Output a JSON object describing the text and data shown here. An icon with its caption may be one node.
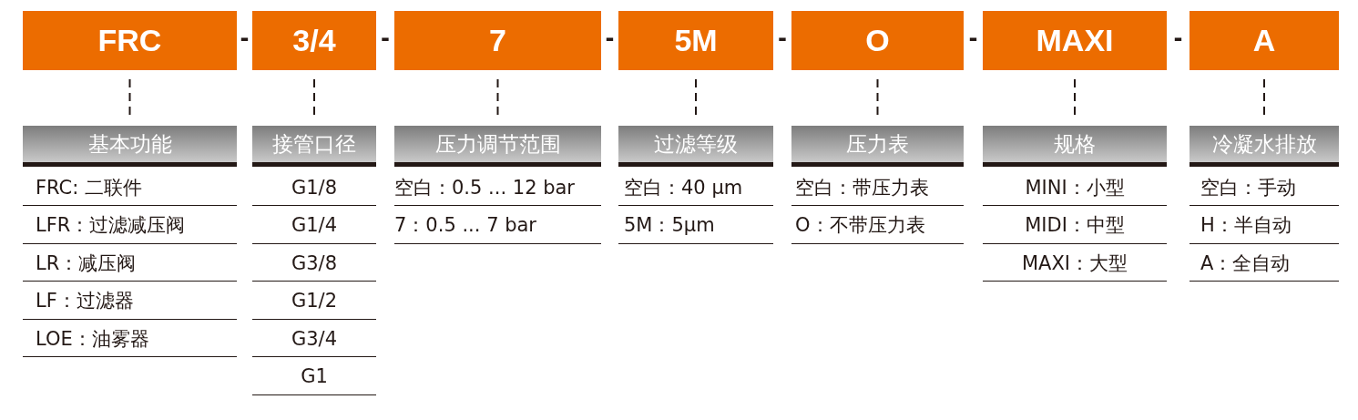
{
  "diagram": {
    "nodes": [
      {
        "text": [
          "FRC"
        ]
      },
      {
        "text": [
          "3/4"
        ]
      },
      {
        "text": [
          "7"
        ]
      },
      {
        "text": [
          "5M"
        ]
      },
      {
        "text": [
          "O"
        ]
      },
      {
        "text": [
          "MAXI"
        ]
      },
      {
        "text": [
          "A"
        ]
      },
      {
        "text": [
          "基本功能"
        ]
      },
      {
        "text": [
          "接管口径"
        ]
      },
      {
        "text": [
          "压力调节范围"
        ]
      },
      {
        "text": [
          "过滤等级"
        ]
      },
      {
        "text": [
          "压力表"
        ]
      },
      {
        "text": [
          "规格"
        ]
      },
      {
        "text": [
          "冷凝水排放"
        ]
      }
    ],
    "edges": [
      {
        "from": 0,
        "to": 7,
        "arrow": "none",
        "style": "dashed"
      },
      {
        "from": 1,
        "to": 8,
        "arrow": "none",
        "style": "dashed"
      },
      {
        "from": 2,
        "to": 9,
        "arrow": "none",
        "style": "dashed"
      },
      {
        "from": 3,
        "to": 10,
        "arrow": "none",
        "style": "dashed"
      },
      {
        "from": 4,
        "to": 11,
        "arrow": "none",
        "style": "dashed"
      },
      {
        "from": 5,
        "to": 12,
        "arrow": "none",
        "style": "dashed"
      },
      {
        "from": 6,
        "to": 13,
        "arrow": "none",
        "style": "dashed"
      }
    ],
    "labels": [
      "-",
      "-",
      "-",
      "-",
      "-",
      "-",
      "FRC: 二联件",
      "G1/8",
      "空白：0.5 ... 12 bar",
      "空白：40 µm",
      "空白：带压力表",
      "MINI：小型",
      "空白：手动",
      "LFR：过滤减压阀",
      "G1/4",
      "7：0.5 ... 7 bar",
      "5M：5µm",
      "O：不带压力表",
      "MIDI：中型",
      "H：半自动",
      "LR：减压阀",
      "G3/8",
      "MAXI：大型",
      "A：全自动",
      "LF：过滤器",
      "G1/2",
      "LOE：油雾器",
      "G3/4",
      "G1"
    ]
  }
}
